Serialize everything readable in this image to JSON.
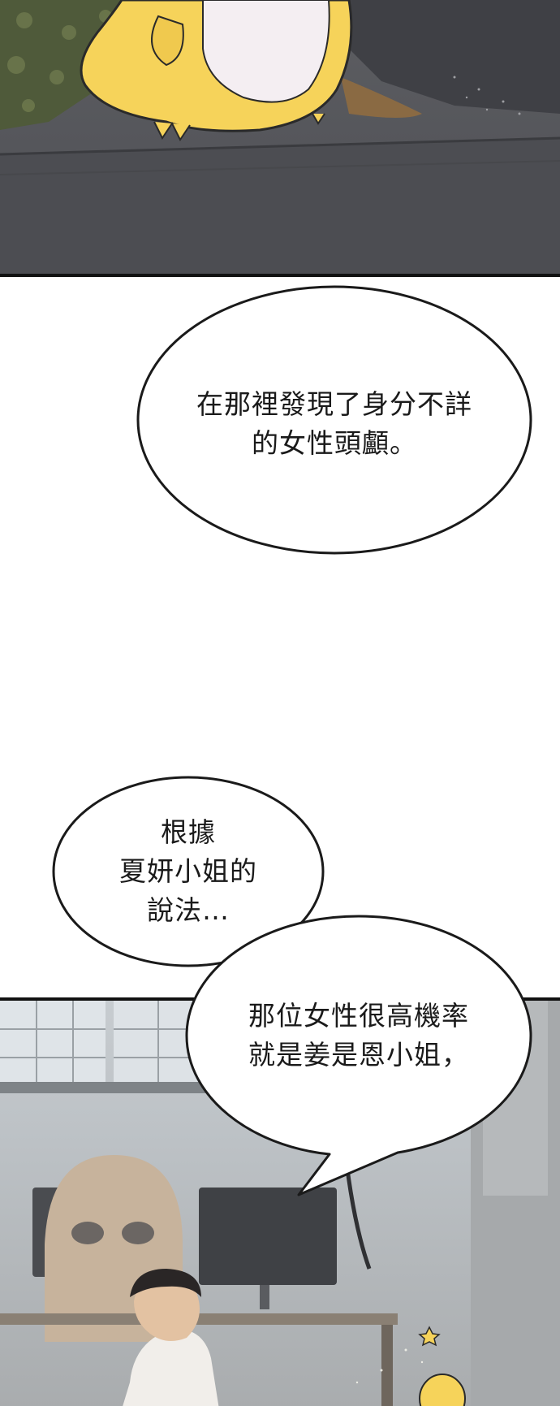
{
  "bubbles": {
    "b1": {
      "lines": [
        "在那裡發現了身分不詳",
        "的女性頭顱。"
      ]
    },
    "b2": {
      "lines": [
        "根據",
        "夏妍小姐的",
        "說法…"
      ]
    },
    "b3": {
      "lines": [
        "那位女性很高機率",
        "就是姜是恩小姐，"
      ]
    }
  },
  "colors": {
    "panel_top": "#55565b",
    "mascot_yellow": "#f6d35a",
    "mascot_belly": "#f4eef2",
    "panel_bottom": "#bfc4c8",
    "bubble_fill": "#ffffff",
    "bubble_stroke": "#1a1a1a"
  }
}
